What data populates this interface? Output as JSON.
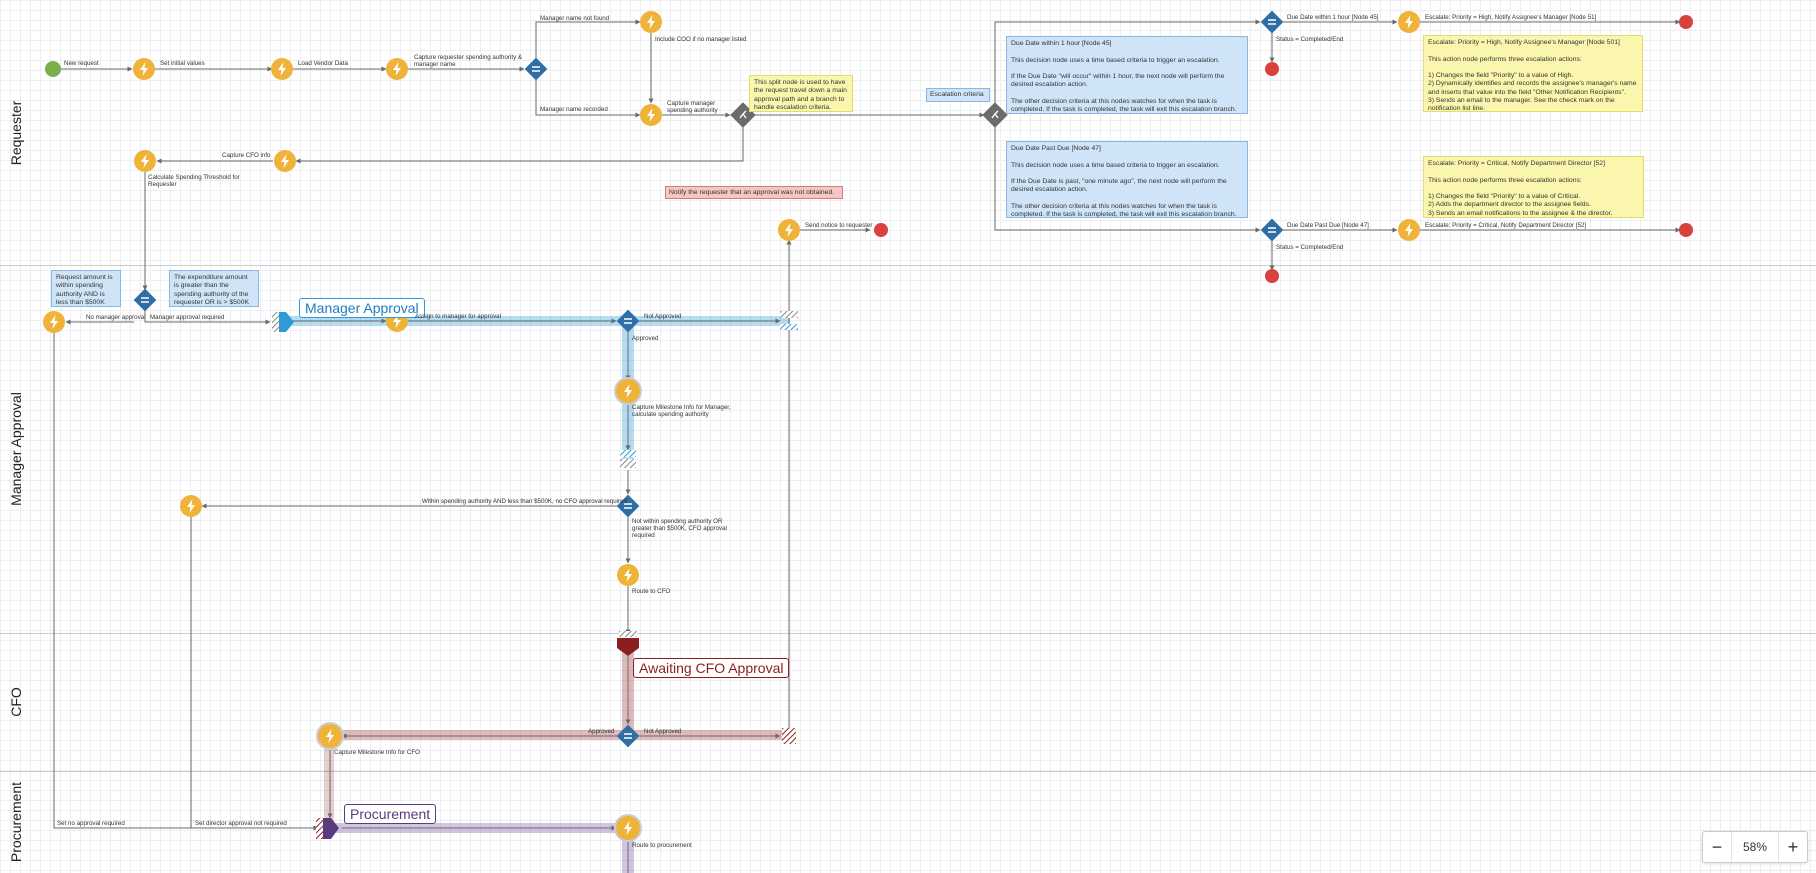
{
  "colors": {
    "action": "#f0b33a",
    "decision": "#2f6fa6",
    "start": "#7cae4a",
    "end": "#d8413e",
    "split": "#6b6b6b",
    "manager_milestone": "#2f9bd6",
    "cfo_milestone": "#8b1f1f",
    "procurement_milestone": "#5a3b7d",
    "connector": "#6a6a6a"
  },
  "lanes": [
    {
      "label": "Requester"
    },
    {
      "label": "Manager Approval"
    },
    {
      "label": "CFO"
    },
    {
      "label": "Procurement"
    }
  ],
  "milestones": {
    "manager": "Manager Approval",
    "cfo": "Awaiting CFO Approval",
    "procurement": "Procurement"
  },
  "node_icons": {
    "action": "lightning-icon",
    "decision": "equals-icon",
    "split": "split-icon",
    "start": "start-circle",
    "end": "end-circle"
  },
  "labels": {
    "new_request": "New request",
    "set_initial_values": "Set initial values",
    "load_vendor_data": "Load Vendor Data",
    "capture_requester": "Capture requester spending authority & manager name",
    "manager_not_found": "Manager name not found",
    "include_coo": "Include COO if no manager listed",
    "manager_recorded": "Manager name recorded",
    "capture_manager_auth": "Capture manager spending authority",
    "capture_cfo_info": "Capture CFO info",
    "calc_threshold": "Calculate Spending Threshold for Requester",
    "escalation_criteria": "Escalation criteria",
    "due_1hr_edge": "Due Date within 1 hour [Node 45]",
    "escalate_high_edge": "Escalate: Priority = High, Notify Assignee's Manager [Node 51]",
    "status_completed_1": "Status = Completed/End",
    "due_past_edge": "Due Date Past Due [Node 47]",
    "escalate_critical_edge": "Escalate: Priority = Critical, Notify Department Director [52]",
    "status_completed_2": "Status = Completed/End",
    "send_notice": "Send notice to requester",
    "no_manager_approval": "No manager approval",
    "manager_approval_required": "Manager approval required",
    "assign_manager": "Assign to manager for approval",
    "not_approved_1": "Not Approved",
    "approved_1": "Approved",
    "capture_milestone_manager": "Capture Milestone Info for Manager, calculate spending authority",
    "within_authority": "Within spending authority AND less than $500K, no CFO approval required",
    "not_within_authority": "Not within spending authority OR greater than $500K, CFO approval required",
    "route_cfo": "Route to CFO",
    "approved_2": "Approved",
    "not_approved_2": "Not Approved",
    "capture_milestone_cfo": "Capture Milestone Info for CFO",
    "set_no_approval": "Set no approval required",
    "set_director_approval": "Set director approval not required",
    "route_procurement": "Route to procurement"
  },
  "notes": {
    "split_note": "This split node is used to have the request travel down a main approval path and a branch to handle escalation criteria.",
    "due_1hr_note": "Due Date within 1 hour [Node 45]\n\nThis decision node uses a time based criteria to trigger an escalation.\n\nIf the Due Date \"will occur\" within 1 hour, the next node will perform the desired escalation action.\n\nThe other decision criteria at this nodes watches for when the task is completed. If the task is completed, the task will exit this escalation branch.",
    "escalate_high_note": "Escalate: Priority = High, Notify Assignee's Manager [Node 501]\n\nThis action node performs three escalation actions:\n\n1) Changes the field \"Priority\" to a value of High.\n2) Dynamically identifies and records the assignee's manager's name and inserts that value into the field \"Other Notification Recipients\".\n3) Sends an email to the manager. See the check mark on the notification list line.",
    "due_past_note": "Due Date Past Due [Node 47]\n\nThis decision node uses a time based criteria to trigger an escalation.\n\nIf the Due Date is past, \"one minute ago\", the next node will perform the desired escalation action.\n\nThe other decision criteria at this nodes watches for when the task is completed. If the task is completed, the task will exit this escalation branch.",
    "escalate_critical_note": "Escalate: Priority = Critical, Notify Department Director [52]\n\nThis action node performs three escalation actions:\n\n1) Changes the field \"Priority\" to a value of Critical.\n2) Adds the department director to the assignee fields.\n3) Sends an email notifications to the assignee & the director.",
    "notify_note": "Notify the requester that an approval was not obtained.",
    "request_within_note": "Request amount is within spending authority AND is less than $500K",
    "expenditure_note": "The expenditure amount is greater than the spending authority of the requester OR is > $500K"
  },
  "zoom": {
    "level": "58%",
    "minus": "−",
    "plus": "+"
  }
}
